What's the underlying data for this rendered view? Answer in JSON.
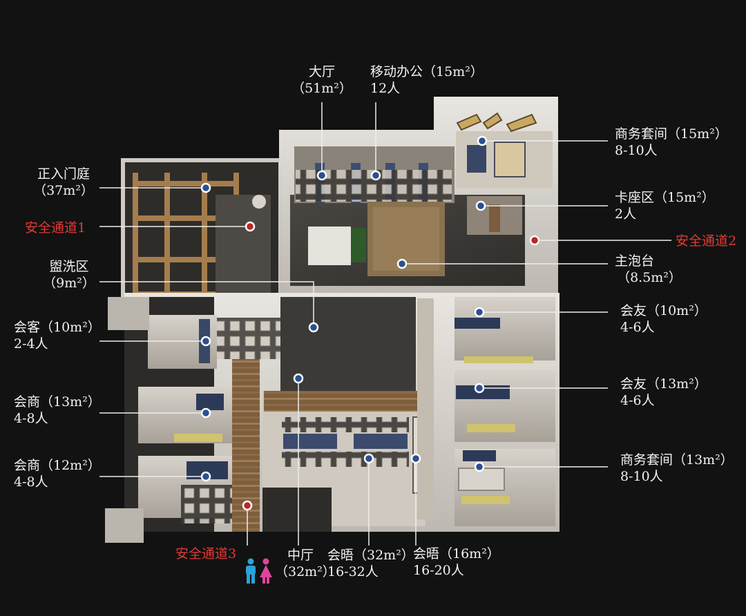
{
  "labels": {
    "hall": {
      "name": "大厅",
      "area": "（51m²）"
    },
    "mobile_office": {
      "name": "移动办公（15m²）",
      "people": "12人"
    },
    "suite1": {
      "name": "商务套间（15m²）",
      "people": "8-10人"
    },
    "booth": {
      "name": "卡座区（15m²）",
      "people": "2人"
    },
    "exit2": {
      "name": "安全通道2"
    },
    "tea_bar": {
      "name": "主泡台",
      "area": "（8.5m²）"
    },
    "friends1": {
      "name": "会友（10m²）",
      "people": "4-6人"
    },
    "friends2": {
      "name": "会友（13m²）",
      "people": "4-6人"
    },
    "suite2": {
      "name": "商务套间（13m²）",
      "people": "8-10人"
    },
    "entry": {
      "name": "正入门庭",
      "area": "（37m²）"
    },
    "exit1": {
      "name": "安全通道1"
    },
    "washroom": {
      "name": "盥洗区",
      "area": "（9m²）"
    },
    "guest": {
      "name": "会客（10m²）",
      "people": "2-4人"
    },
    "biz1": {
      "name": "会商（13m²）",
      "people": "4-8人"
    },
    "biz2": {
      "name": "会商（12m²）",
      "people": "4-8人"
    },
    "exit3": {
      "name": "安全通道3"
    },
    "mid_hall": {
      "name": "中厅",
      "area": "（32m²）"
    },
    "meet1": {
      "name": "会晤（32m²）",
      "people": "16-32人"
    },
    "meet2": {
      "name": "会晤（16m²）",
      "people": "16-20人"
    }
  },
  "colors": {
    "background": "#121212",
    "label_text": "#f2f2f2",
    "exit_text": "#e23a36",
    "marker_blue": "#2c4f8f",
    "marker_red": "#b82828",
    "wall": "#d9d6d0",
    "floor_dark": "#3c3a37",
    "wood": "#9c7a52",
    "male_icon": "#2aa3d8",
    "female_icon": "#e0459c"
  },
  "icons": [
    "male-toilet-icon",
    "female-toilet-icon"
  ]
}
